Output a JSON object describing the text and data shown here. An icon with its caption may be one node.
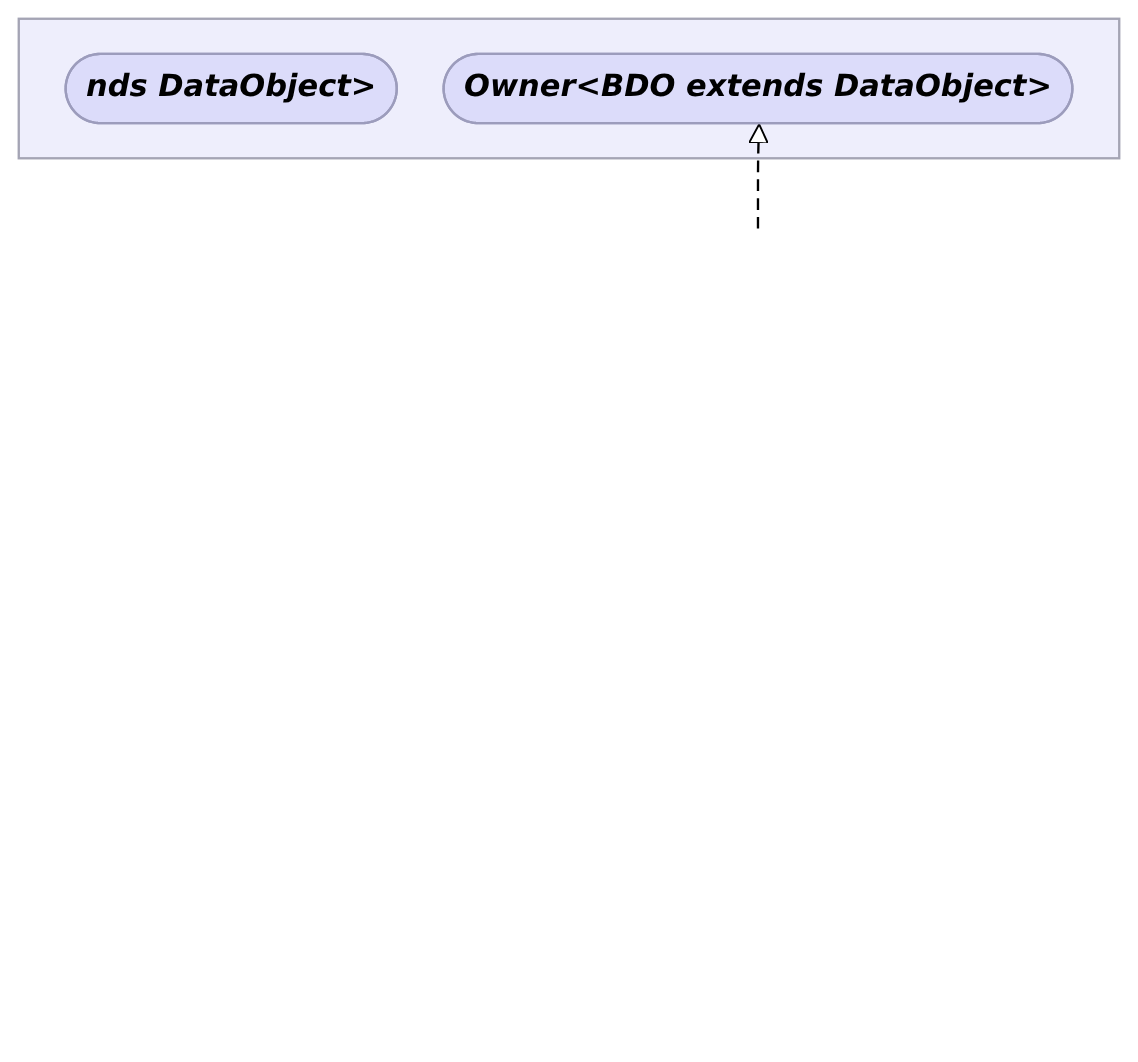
{
  "diagram": {
    "nodes": [
      {
        "text": [],
        "shape": "band"
      },
      {
        "text": [
          "nds DataObject>"
        ],
        "in": 0
      },
      {
        "text": [
          "Owner<BDO extends DataObject>"
        ],
        "in": 0
      }
    ],
    "edges": [
      {
        "from": null,
        "to": 2,
        "arrow": "to",
        "style": "dashed"
      }
    ]
  }
}
